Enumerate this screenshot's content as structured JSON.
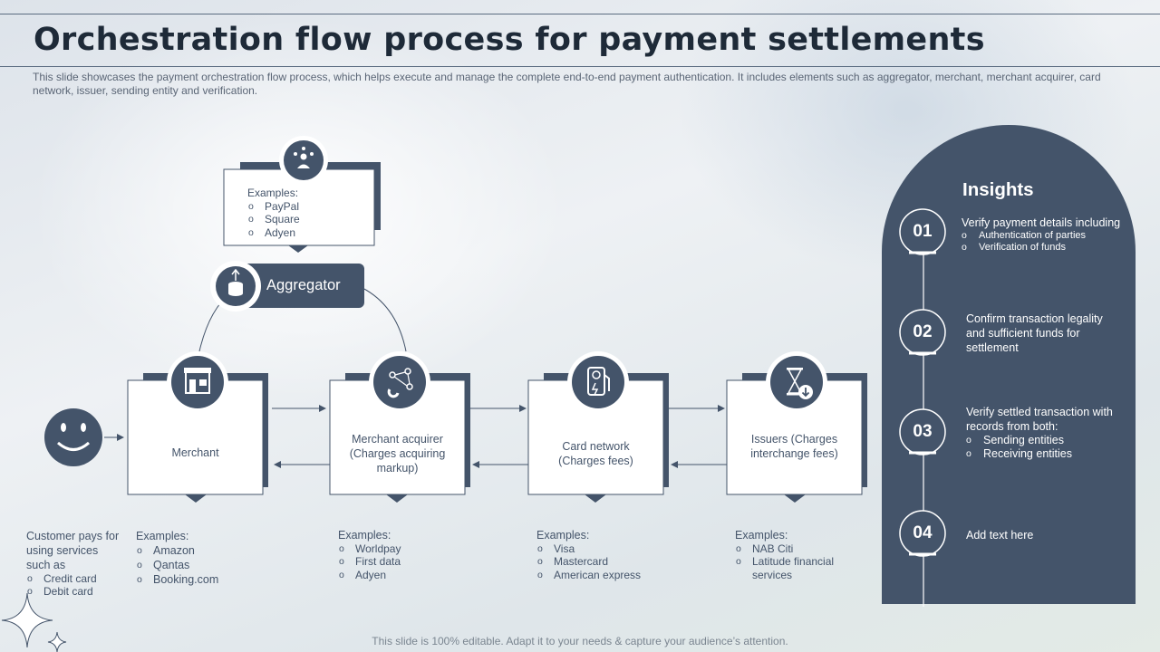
{
  "title": "Orchestration flow process for payment settlements",
  "subtitle": "This slide showcases the payment orchestration flow process, which helps execute and manage the complete end-to-end payment authentication. It includes elements such as aggregator, merchant, merchant acquirer, card network, issuer, sending entity and verification.",
  "footer": "This slide is 100% editable. Adapt it to your needs & capture your audience’s attention.",
  "aggregator": {
    "label": "Aggregator",
    "examples_heading": "Examples:",
    "examples": [
      "PayPal",
      "Square",
      "Adyen"
    ]
  },
  "customer": {
    "text": "Customer pays for using services such as",
    "items": [
      "Credit card",
      "Debit card"
    ]
  },
  "nodes": [
    {
      "label": "Merchant",
      "examples_heading": "Examples:",
      "examples": [
        "Amazon",
        "Qantas",
        "Booking.com"
      ]
    },
    {
      "label": "Merchant acquirer (Charges acquiring markup)",
      "examples_heading": "Examples:",
      "examples": [
        "Worldpay",
        "First data",
        "Adyen"
      ]
    },
    {
      "label": "Card network (Charges fees)",
      "examples_heading": "Examples:",
      "examples": [
        "Visa",
        "Mastercard",
        "American express"
      ]
    },
    {
      "label": "Issuers (Charges interchange fees)",
      "examples_heading": "Examples:",
      "examples": [
        "NAB Citi",
        "Latitude financial services"
      ]
    }
  ],
  "insights": {
    "title": "Insights",
    "items": [
      {
        "num": "01",
        "text": "Verify payment details including",
        "bullets": [
          "Authentication of parties",
          "Verification of funds"
        ]
      },
      {
        "num": "02",
        "text": "Confirm transaction legality and sufficient funds for settlement",
        "bullets": []
      },
      {
        "num": "03",
        "text": "Verify settled transaction with records from both:",
        "bullets": [
          "Sending entities",
          "Receiving entities"
        ]
      },
      {
        "num": "04",
        "text": "Add text here",
        "bullets": []
      }
    ]
  },
  "colors": {
    "navy": "#44546a",
    "text": "#44546a",
    "title": "#1e2a38"
  },
  "icons": [
    "network-people-icon",
    "database-upload-icon",
    "smiley-face-icon",
    "storefront-icon",
    "molecule-magnet-icon",
    "fuel-pump-icon",
    "hourglass-download-icon",
    "sparkle-icon"
  ]
}
